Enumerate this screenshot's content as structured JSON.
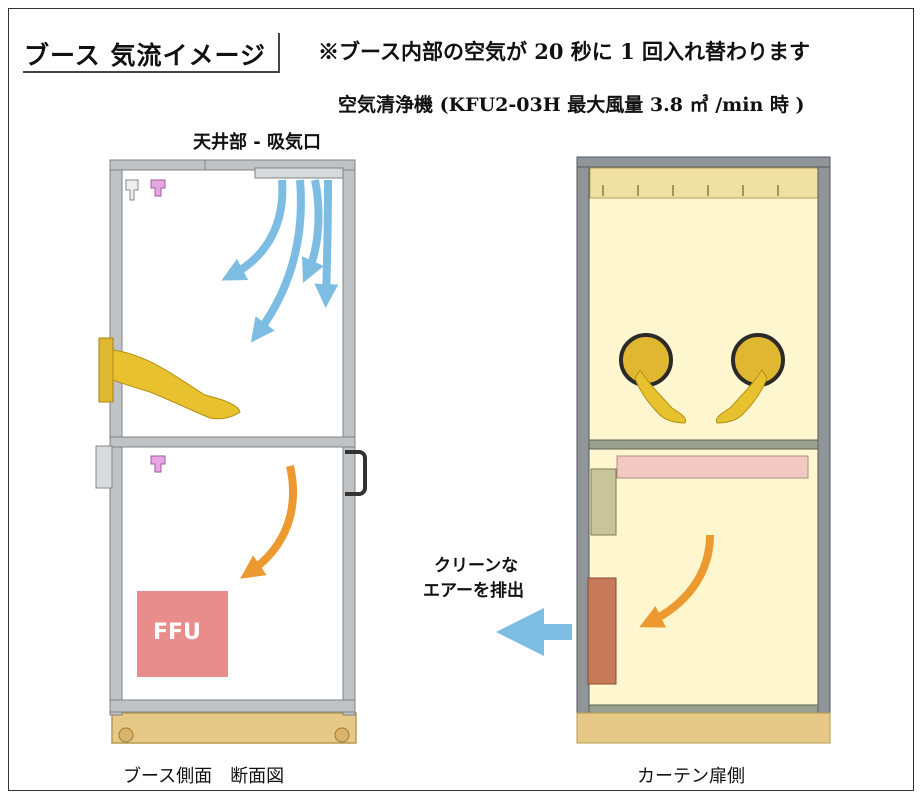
{
  "header": {
    "title": "ブース 気流イメージ",
    "note": "※ブース内部の空気が 20 秒に 1 回入れ替わります",
    "spec": "空気清浄機 (KFU2-03H 最大風量 3.8 ㎥ /min 時 )"
  },
  "labels": {
    "ceiling_intake": "天井部 - 吸気口",
    "ffu": "FFU",
    "clean_air_line1": "クリーンな",
    "clean_air_line2": "エアーを排出"
  },
  "captions": {
    "left": "ブース側面　断面図",
    "right": "カーテン扉側"
  },
  "colors": {
    "airflow_in": "#7dbde4",
    "airflow_down": "#ec9a2f",
    "ffu": "#e88c8c",
    "frame": "#9ea3a6",
    "curtain": "#fdf6cf",
    "glove": "#e8c12f"
  }
}
